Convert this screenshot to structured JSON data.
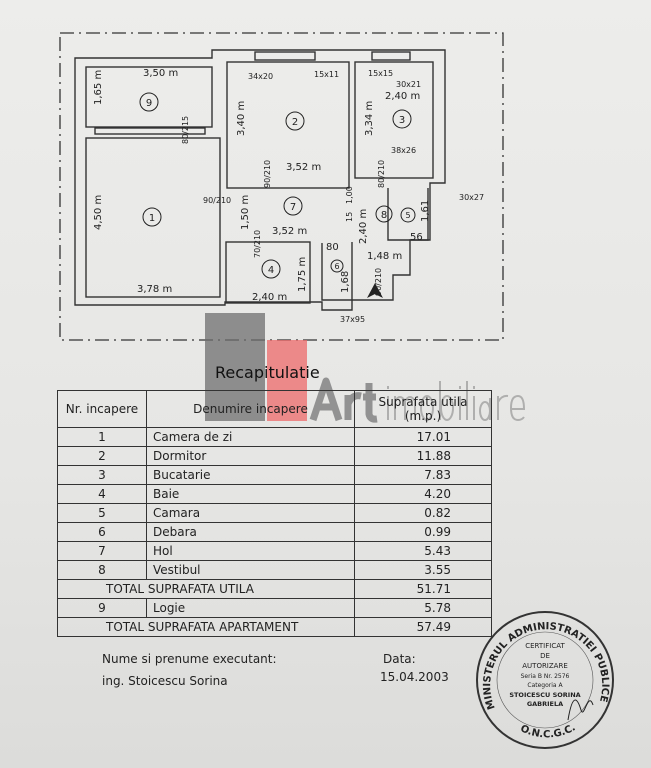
{
  "plan": {
    "rooms": [
      {
        "nr": "1",
        "dims": [
          "4,50 m",
          "3,78 m"
        ]
      },
      {
        "nr": "2",
        "dims": [
          "3,40 m",
          "3,52 m"
        ]
      },
      {
        "nr": "3",
        "dims": [
          "3,34 m",
          "2,40 m"
        ]
      },
      {
        "nr": "4",
        "dims": [
          "1,75 m",
          "2,40 m"
        ]
      },
      {
        "nr": "5",
        "dims": [
          "1,61",
          "56"
        ]
      },
      {
        "nr": "6",
        "dims": [
          "1,68",
          "80"
        ]
      },
      {
        "nr": "7",
        "dims": [
          "1,50 m",
          "3,52 m"
        ]
      },
      {
        "nr": "8",
        "dims": [
          "2,40 m",
          "1,48 m"
        ]
      },
      {
        "nr": "9",
        "dims": [
          "1,65 m",
          "3,50 m"
        ]
      }
    ],
    "annotations": [
      "34x20",
      "15x11",
      "15x15",
      "30x21",
      "38x26",
      "30x27",
      "37x95",
      "80/215",
      "90/210",
      "90/210",
      "80/210",
      "70/210",
      "90/210",
      "1,00",
      "15"
    ]
  },
  "watermark": {
    "brand": "Art",
    "suffix": "imobiliare",
    "gray": "#6f6f6f",
    "red": "#ee6a6a"
  },
  "table": {
    "title": "Recapitulatie",
    "headers": [
      "Nr. incapere",
      "Denumire incapere",
      "Suprafata utila (m.p.)"
    ],
    "rows": [
      {
        "nr": "1",
        "name": "Camera de zi",
        "area": "17.01"
      },
      {
        "nr": "2",
        "name": "Dormitor",
        "area": "11.88"
      },
      {
        "nr": "3",
        "name": "Bucatarie",
        "area": "7.83"
      },
      {
        "nr": "4",
        "name": "Baie",
        "area": "4.20"
      },
      {
        "nr": "5",
        "name": "Camara",
        "area": "0.82"
      },
      {
        "nr": "6",
        "name": "Debara",
        "area": "0.99"
      },
      {
        "nr": "7",
        "name": "Hol",
        "area": "5.43"
      },
      {
        "nr": "8",
        "name": "Vestibul",
        "area": "3.55"
      }
    ],
    "total_utila": {
      "label": "TOTAL SUPRAFATA UTILA",
      "area": "51.71"
    },
    "logie": {
      "nr": "9",
      "name": "Logie",
      "area": "5.78"
    },
    "total_apartament": {
      "label": "TOTAL SUPRAFATA APARTAMENT",
      "area": "57.49"
    }
  },
  "footer": {
    "executant_label": "Nume si prenume executant:",
    "executant_name": "ing. Stoicescu Sorina",
    "date_label": "Data:",
    "date": "15.04.2003"
  },
  "stamp": {
    "ring_text": "MINISTERUL ADMINISTRATIEI PUBLICE",
    "bottom": "O.N.C.G.C.",
    "lines": [
      "CERTIFICAT",
      "DE",
      "AUTORIZARE",
      "Seria B  Nr. 2576",
      "Categoria A",
      "STOICESCU SORINA",
      "GABRIELA"
    ]
  }
}
